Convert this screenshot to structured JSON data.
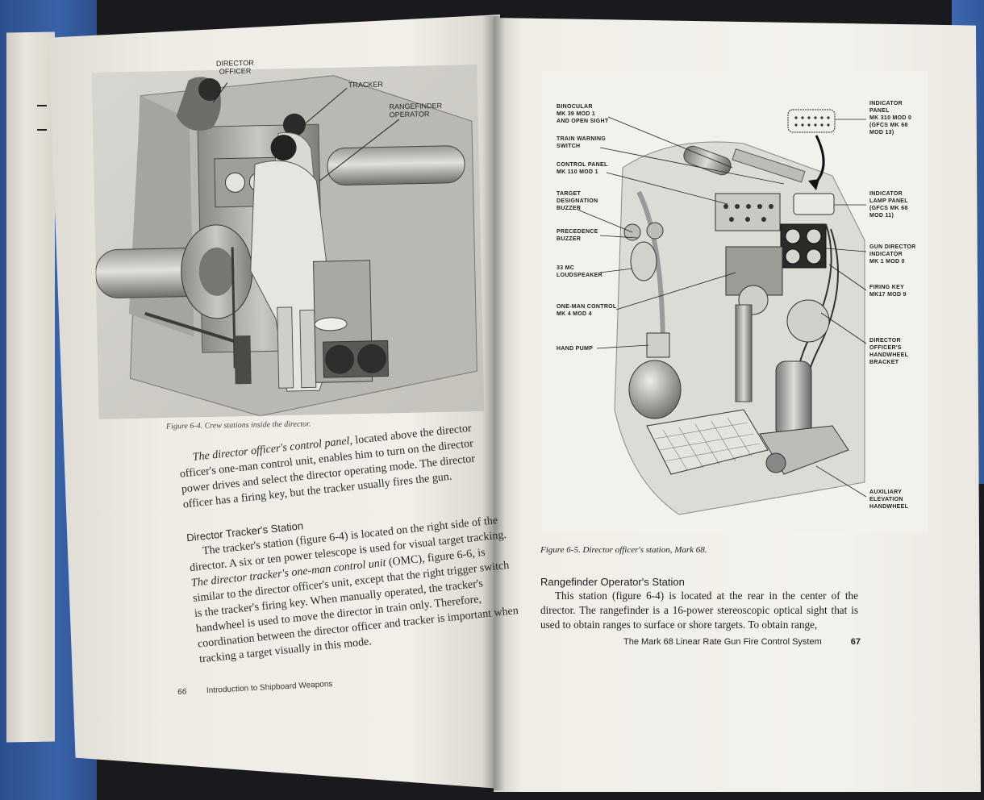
{
  "left_page": {
    "figure": {
      "labels": [
        "DIRECTOR OFFICER",
        "TRACKER",
        "RANGEFINDER OPERATOR"
      ],
      "caption": "Figure 6-4.  Crew stations inside the director."
    },
    "paragraph1": {
      "lead": "The director officer's control panel,",
      "rest": " located above the director officer's one-man control unit, enables him to turn on the director power drives and select the director operating mode. The director officer has a firing key, but the tracker usually fires the gun."
    },
    "heading": "Director Tracker's Station",
    "paragraph2": {
      "part1": "The tracker's station (figure 6-4) is located on the right side of the director. A six or ten power telescope is used for visual target tracking. ",
      "italic": "The director tracker's one-man control unit",
      "part2": " (OMC), figure 6-6, is similar to the director officer's unit, except that the right trigger switch is the tracker's firing key. When manually operated, the tracker's handwheel is used to move the director in train only. Therefore, coordination between the director officer and tracker is important when tracking a target visually in this mode."
    },
    "footer": {
      "page_number": "66",
      "book_title": "Introduction to Shipboard Weapons"
    }
  },
  "right_page": {
    "figure": {
      "callouts": {
        "binocular": "BINOCULAR\nMK 39 MOD 1\nAND OPEN SIGHT",
        "train_warning": "TRAIN WARNING\nSWITCH",
        "control_panel": "CONTROL PANEL\nMK 110 MOD 1",
        "target_buzzer": "TARGET\nDESIGNATION\nBUZZER",
        "precedence_buzzer": "PRECEDENCE\nBUZZER",
        "loudspeaker": "33 MC\nLOUDSPEAKER",
        "one_man_control": "ONE-MAN CONTROL\nMK 4 MOD 4",
        "hand_pump": "HAND PUMP",
        "indicator_panel": "INDICATOR\nPANEL\nMK 310 MOD 0\n(GFCS MK 68\nMOD 13)",
        "indicator_lamp": "INDICATOR\nLAMP PANEL\n(GFCS MK 68\nMOD 11)",
        "gun_director_indicator": "GUN DIRECTOR\nINDICATOR\nMK 1 MOD 0",
        "firing_key": "FIRING KEY\nMK17 MOD 9",
        "handwheel_bracket": "DIRECTOR\nOFFICER'S\nHANDWHEEL\nBRACKET",
        "aux_elevation": "AUXILIARY\nELEVATION\nHANDWHEEL"
      },
      "caption": "Figure 6-5.  Director officer's station, Mark 68."
    },
    "heading": "Rangefinder Operator's Station",
    "paragraph": "This station (figure 6-4) is located at the rear in the center of the director. The rangefinder is a 16-power stereoscopic optical sight that is used to obtain ranges to surface or shore targets. To obtain range,",
    "footer": {
      "book_title": "The Mark 68 Linear Rate Gun Fire Control System",
      "page_number": "67"
    }
  }
}
